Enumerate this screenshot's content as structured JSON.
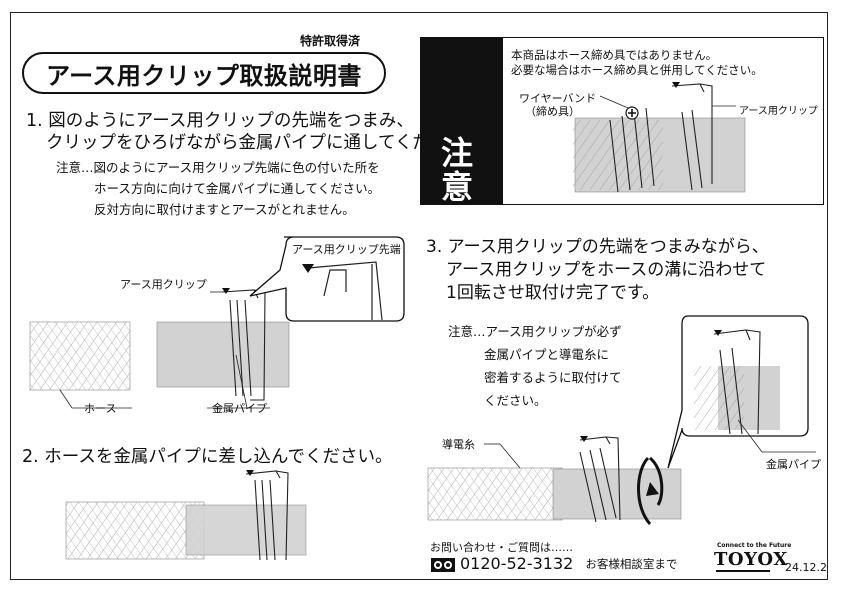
{
  "patent": "特許取得済",
  "title": "アース用クリップ取扱説明書",
  "step1": {
    "line1": "1. 図のようにアース用クリップの先端をつまみ、",
    "line2": "クリップをひろげながら金属パイプに通してください。"
  },
  "note1": {
    "line1": "注意…図のようにアース用クリップ先端に色の付いた所を",
    "line2": "ホース方向に向けて金属パイプに通してください。",
    "line3": "反対方向に取付けますとアースがとれません。"
  },
  "step2": "2. ホースを金属パイプに差し込んでください。",
  "step3": {
    "line1": "3. アース用クリップの先端をつまみながら、",
    "line2": "アース用クリップをホースの溝に沿わせて",
    "line3": "1回転させ取付け完了です。"
  },
  "note3": {
    "line1": "注意…アース用クリップが必ず",
    "line2": "金属パイプと導電糸に",
    "line3": "密着するように取付けて",
    "line4": "ください。"
  },
  "labels": {
    "clip_tip": "アース用クリップ先端",
    "clip": "アース用クリップ",
    "hose": "ホース",
    "metal_pipe": "金属パイプ",
    "conductive_thread": "導電糸",
    "metal_pipe_3": "金属パイプ"
  },
  "caution": {
    "kanji1": "注",
    "kanji2": "意",
    "line1": "本商品はホース締め具ではありません。",
    "line2": "必要な場合はホース締め具と併用してください。",
    "wire_band": "ワイヤーバンド",
    "wire_band_sub": "（締め具）",
    "clip": "アース用クリップ"
  },
  "contact": {
    "label": "お問い合わせ・ご質問は……",
    "phone": "0120-52-3132",
    "desk": "お客様相談室まで"
  },
  "brand": {
    "tagline": "Connect to the Future",
    "logo": "TOYOX"
  },
  "date": "24.12.2"
}
